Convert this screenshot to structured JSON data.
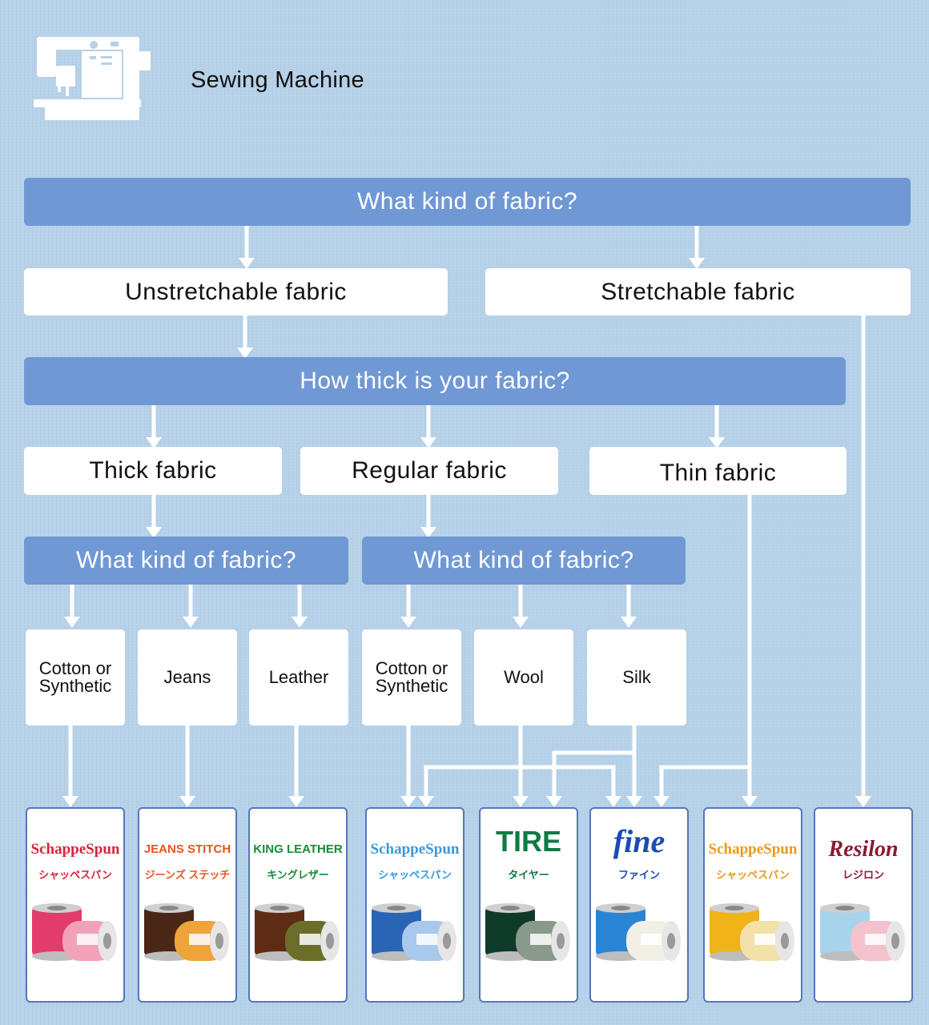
{
  "header": {
    "title": "Sewing Machine"
  },
  "questions": {
    "q1": "What kind of fabric?",
    "q2": "How thick is your fabric?",
    "q3": "What kind of fabric?",
    "q4": "What kind of fabric?"
  },
  "answers": {
    "unstretchable": "Unstretchable fabric",
    "stretchable": "Stretchable fabric",
    "thick": "Thick fabric",
    "regular": "Regular fabric",
    "thin": "Thin fabric"
  },
  "leaves": [
    "Cotton or\nSynthetic",
    "Jeans",
    "Leather",
    "Cotton or\nSynthetic",
    "Wool",
    "Silk"
  ],
  "products": [
    {
      "brand": "SchappeSpun",
      "sub": "シャッペスパン",
      "brand_color": "#d8243c",
      "spool1": "#e23c6a",
      "spool2": "#f2a2b8"
    },
    {
      "brand": "JEANS STITCH",
      "sub": "ジーンズ ステッチ",
      "brand_color": "#e8541c",
      "spool1": "#4a2616",
      "spool2": "#eea43a"
    },
    {
      "brand": "KING LEATHER",
      "sub": "キングレザー",
      "brand_color": "#1a8a3a",
      "spool1": "#5e2c14",
      "spool2": "#6a6e2a"
    },
    {
      "brand": "SchappeSpun",
      "sub": "シャッペスパン",
      "brand_color": "#3a9ad8",
      "spool1": "#2a64b4",
      "spool2": "#a8c8ec"
    },
    {
      "brand": "TIRE",
      "sub": "タイヤー",
      "brand_color": "#0e7a44",
      "spool1": "#0e3a2a",
      "spool2": "#8a9a8a"
    },
    {
      "brand": "fine",
      "sub": "ファイン",
      "brand_color": "#1a4ab4",
      "spool1": "#2a84d4",
      "spool2": "#f2f0e4"
    },
    {
      "brand": "SchappeSpun",
      "sub": "シャッペスパン",
      "brand_color": "#e89a1c",
      "spool1": "#f0b41a",
      "spool2": "#f2e2a8"
    },
    {
      "brand": "Resilon",
      "sub": "レジロン",
      "brand_color": "#8a1a34",
      "spool1": "#a8d4ec",
      "spool2": "#f4c2cc"
    }
  ]
}
